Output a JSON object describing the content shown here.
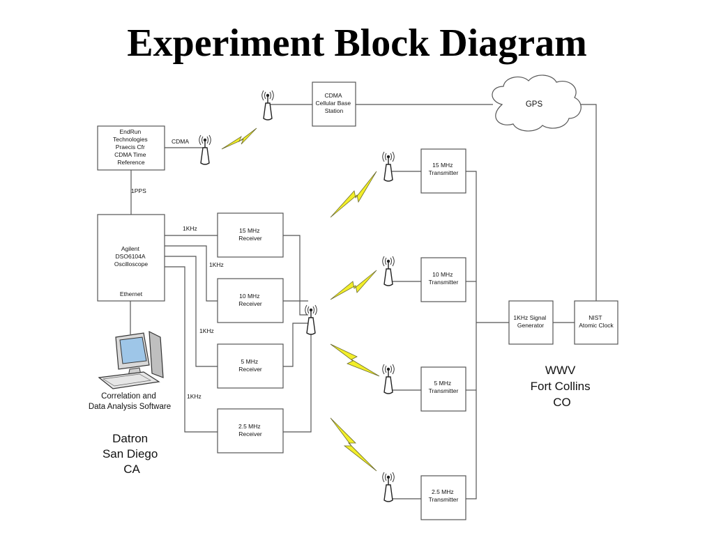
{
  "title": "Experiment Block Diagram",
  "boxes": {
    "endrun": [
      "EndRun",
      "Technologies",
      "Praecis Cfr",
      "CDMA Time",
      "Reference"
    ],
    "cdma_base": [
      "CDMA",
      "Cellular Base",
      "Station"
    ],
    "gps": "GPS",
    "agilent": [
      "Agilent",
      "DSO6104A",
      "Oscilloscope"
    ],
    "agilent_port": "Ethernet",
    "rx15": [
      "15 MHz",
      "Receiver"
    ],
    "rx10": [
      "10 MHz",
      "Receiver"
    ],
    "rx5": [
      "5 MHz",
      "Receiver"
    ],
    "rx25": [
      "2.5 MHz",
      "Receiver"
    ],
    "tx15": [
      "15 MHz",
      "Transmitter"
    ],
    "tx10": [
      "10 MHz",
      "Transmitter"
    ],
    "tx5": [
      "5 MHz",
      "Transmitter"
    ],
    "tx25": [
      "2.5 MHz",
      "Transmitter"
    ],
    "siggen": [
      "1KHz Signal",
      "Generator"
    ],
    "nist": [
      "NIST",
      "Atomic Clock"
    ]
  },
  "labels": {
    "cdma": "CDMA",
    "pps": "1PPS",
    "khz": "1KHz",
    "software": [
      "Correlation and",
      "Data Analysis Software"
    ],
    "san_diego": [
      "Datron",
      "San Diego",
      "CA"
    ],
    "fort_collins": [
      "WWV",
      "Fort Collins",
      "CO"
    ]
  }
}
